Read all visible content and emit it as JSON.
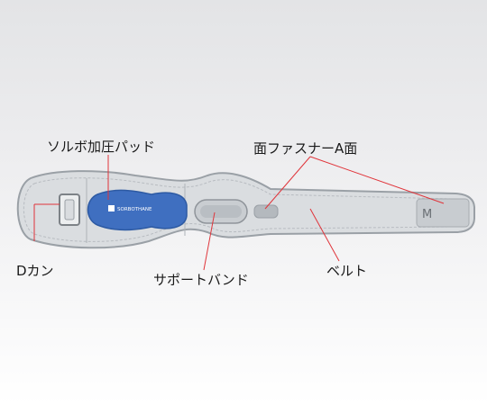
{
  "labels": {
    "pad": "ソルボ加圧パッド",
    "fastener": "面ファスナーA面",
    "dring": "Dカン",
    "support_band": "サポートバンド",
    "belt": "ベルト"
  },
  "pad_logo_text": "SORBOTHANE",
  "size_mark": "M",
  "colors": {
    "belt_outline": "#9aa0a6",
    "belt_fill": "#d9dcdf",
    "pad_fill": "#3f6fc0",
    "leader_line": "#e0343a"
  }
}
